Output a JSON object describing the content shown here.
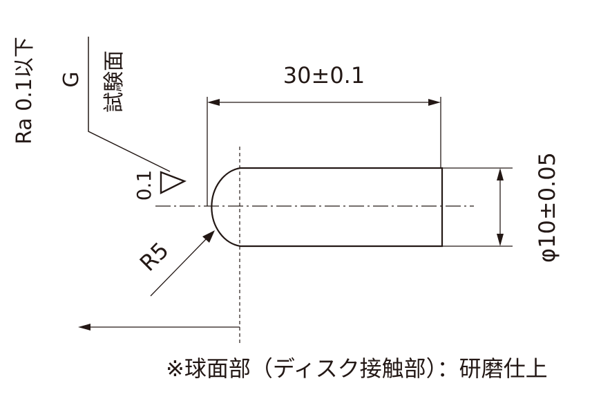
{
  "dimensions": {
    "length": "30±0.1",
    "diameter": "φ10±0.05",
    "radius": "R5"
  },
  "surface": {
    "roughness": "Ra 0.1以下",
    "grade": "G",
    "test_surface": "試験面",
    "symbol_value": "0.1"
  },
  "note": "※球面部（ディスク接触部）：研磨仕上"
}
